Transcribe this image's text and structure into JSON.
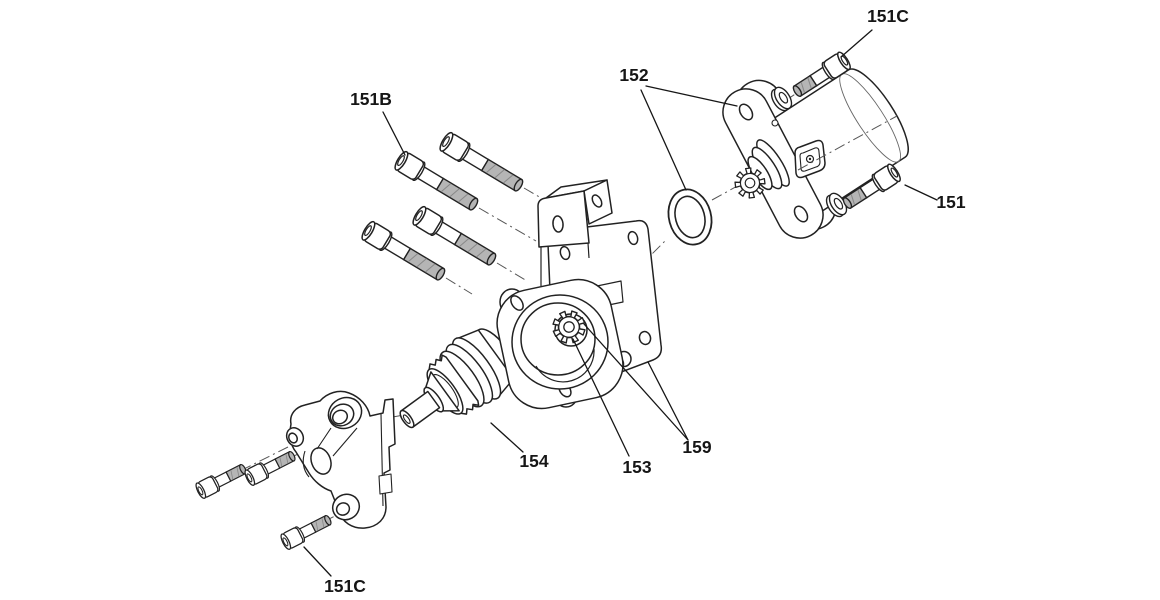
{
  "colors": {
    "background": "#ffffff",
    "line": "#222222",
    "thread_shading": "#b5b5b5"
  },
  "labels": {
    "l151c_top": "151C",
    "l152": "152",
    "l151b": "151B",
    "l151": "151",
    "l154": "154",
    "l153": "153",
    "l159": "159",
    "l151c_bottom": "151C"
  }
}
